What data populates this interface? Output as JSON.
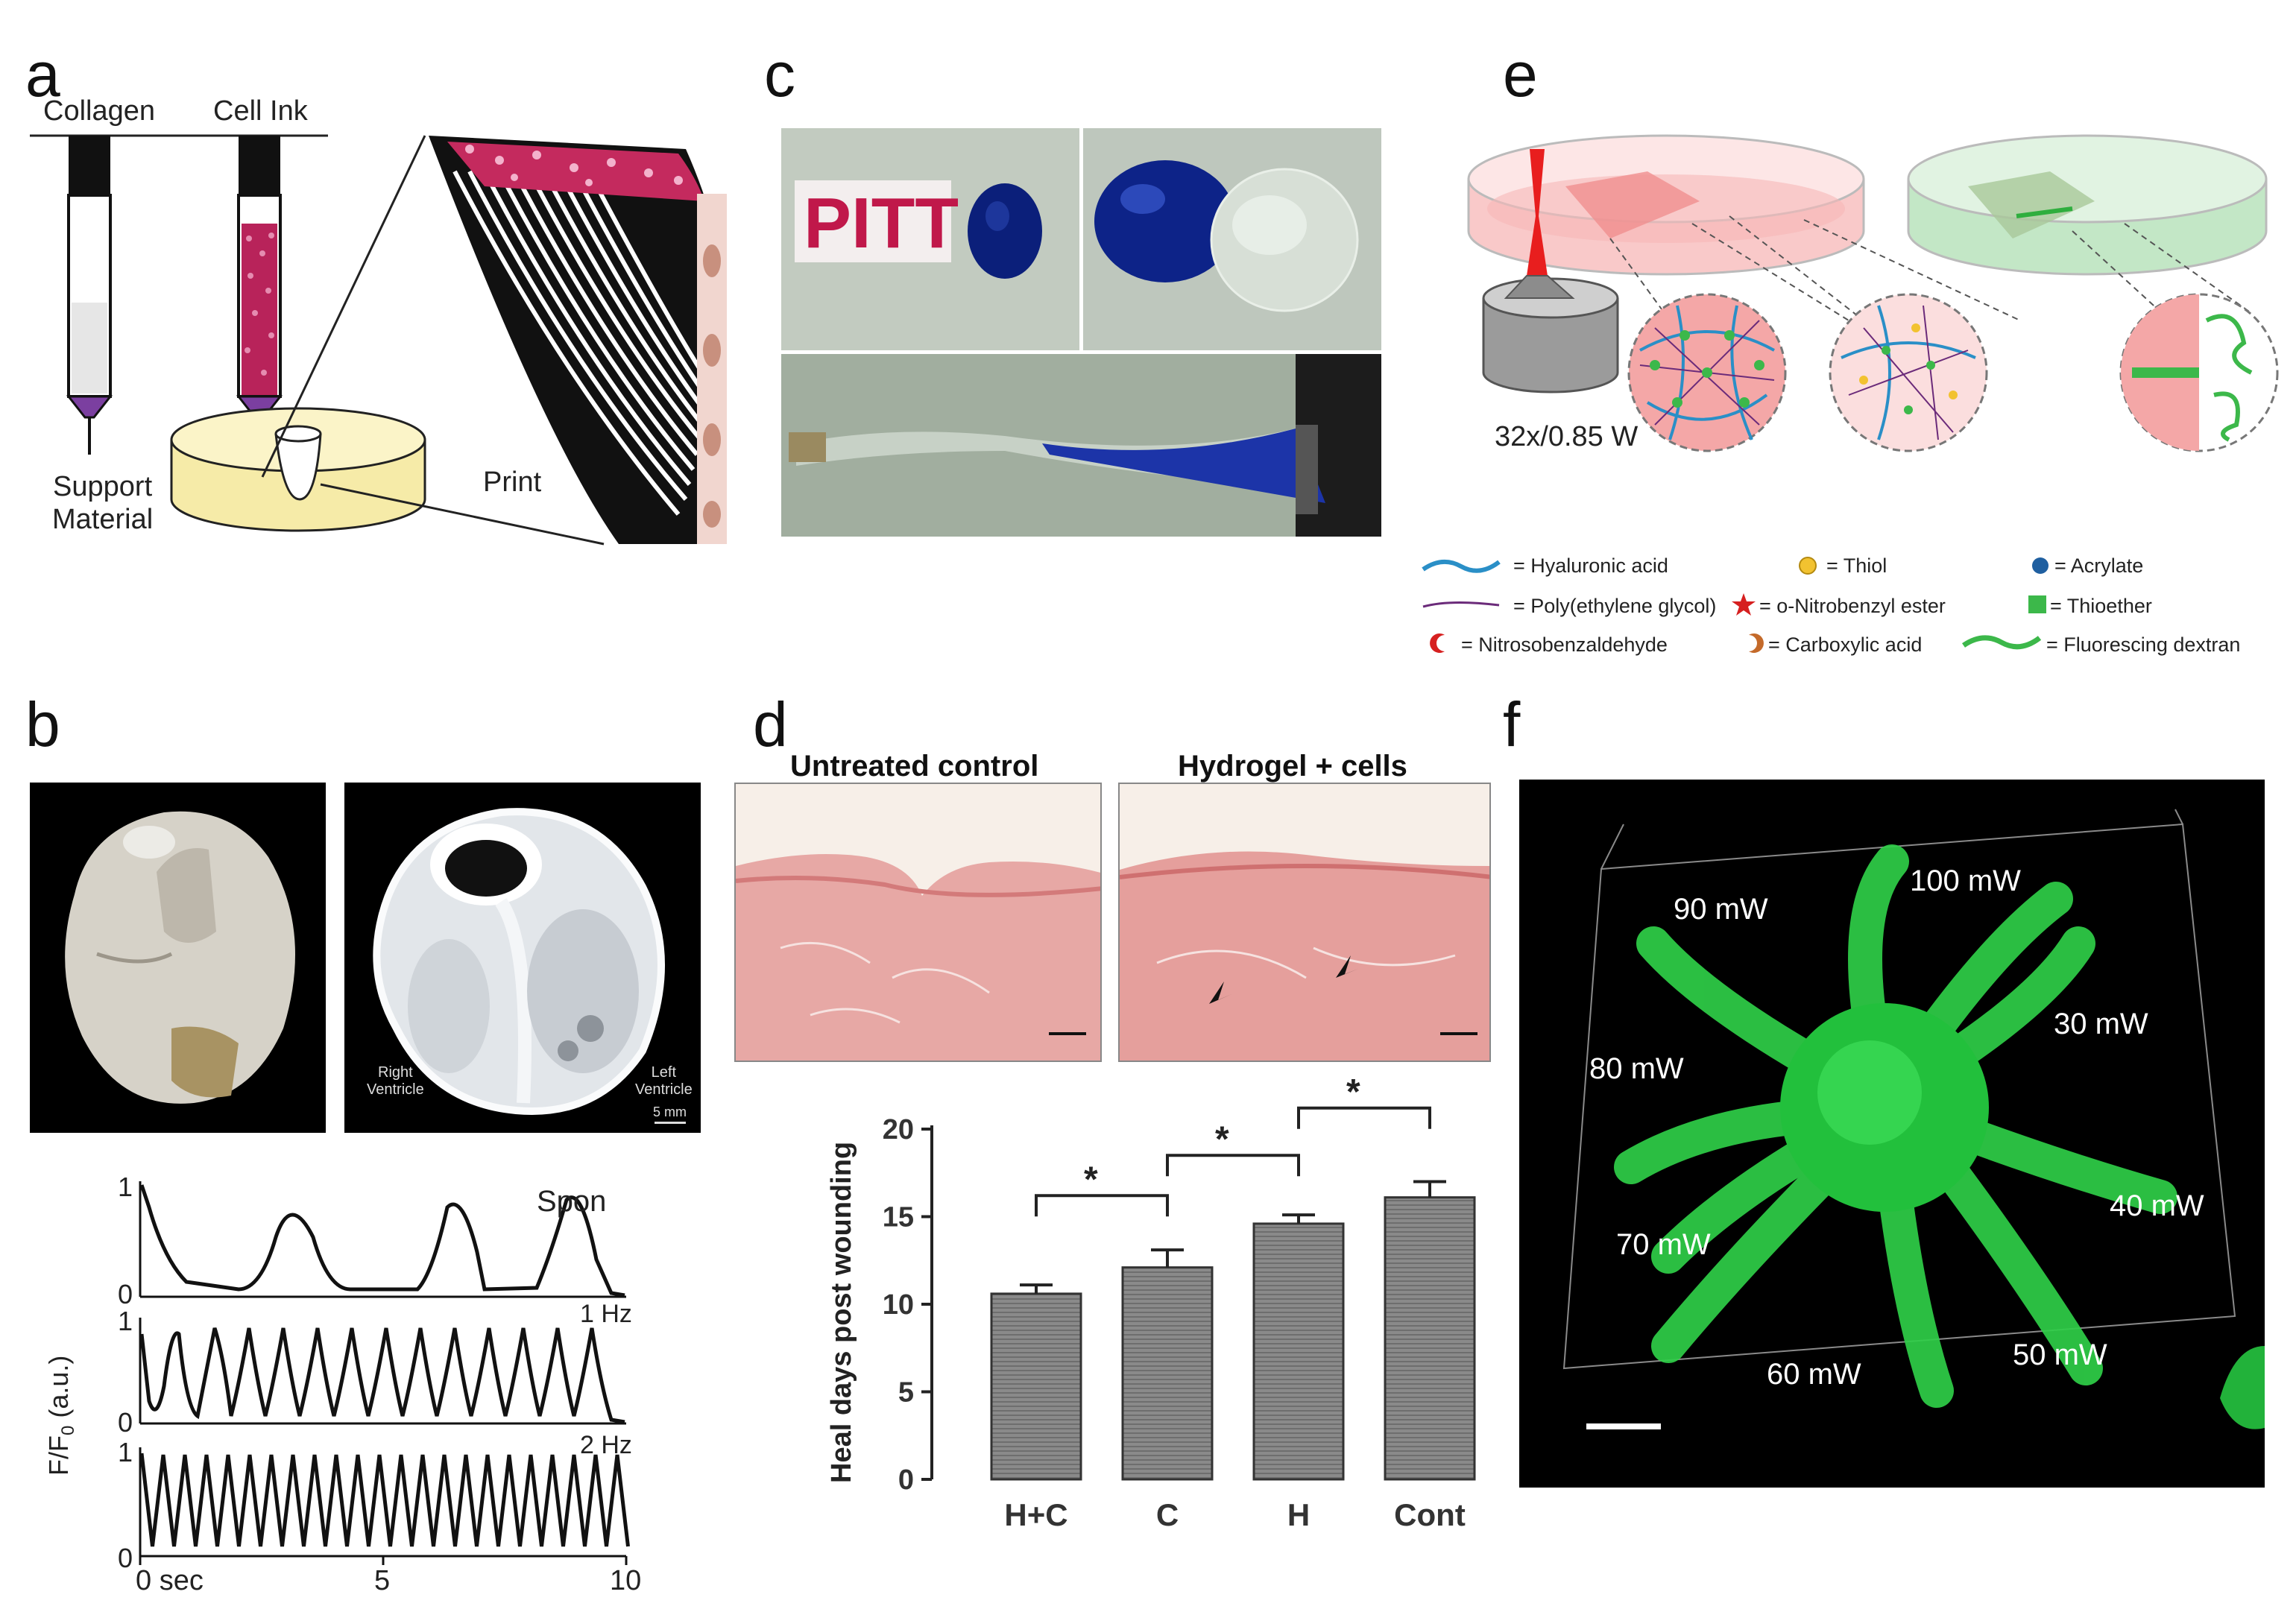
{
  "panels": {
    "a": {
      "letter": "a",
      "collagen_label": "Collagen",
      "cellink_label": "Cell Ink",
      "support_label": "Support\nMaterial",
      "print_label": "Print"
    },
    "b": {
      "letter": "b",
      "right_ventricle_label": "Right\nVentricle",
      "left_ventricle_label": "Left\nVentricle",
      "scale_label": "5 mm",
      "trace_labels": [
        "Spon",
        "1 Hz",
        "2 Hz"
      ],
      "ylabel": "F/F",
      "ylabel_sub": "0",
      "ylabel_unit": " (a.u.)",
      "xticks": [
        "0 sec",
        "5",
        "10"
      ],
      "yticks_top": "1",
      "yticks_zero": "0"
    },
    "c": {
      "letter": "c",
      "pitt_text": "PITT"
    },
    "d": {
      "letter": "d",
      "img1_title": "Untreated control",
      "img2_title": "Hydrogel + cells",
      "significance_marker": "*"
    },
    "e": {
      "letter": "e",
      "objective_label": "32x/0.85 W",
      "legend": [
        {
          "icon": "hyaluronic-acid-icon",
          "text": "= Hyaluronic acid"
        },
        {
          "icon": "thiol-icon",
          "text": "= Thiol"
        },
        {
          "icon": "acrylate-icon",
          "text": "= Acrylate"
        },
        {
          "icon": "peg-icon",
          "text": "= Poly(ethylene glycol)"
        },
        {
          "icon": "nitrobenzyl-icon",
          "text": "= o-Nitrobenzyl ester"
        },
        {
          "icon": "thioether-icon",
          "text": "= Thioether"
        },
        {
          "icon": "nitrosobenzaldehyde-icon",
          "text": "= Nitrosobenzaldehyde"
        },
        {
          "icon": "carboxylic-acid-icon",
          "text": "= Carboxylic acid"
        },
        {
          "icon": "fluorescing-dextran-icon",
          "text": "= Fluorescing dextran"
        }
      ],
      "colors": {
        "pink": "#f4b4b4",
        "green": "#9ed9a4",
        "hyaluronic": "#2a8fc7",
        "thiol": "#f2c230",
        "acrylate": "#1f5fa0",
        "thioether": "#3cb84a"
      }
    },
    "f": {
      "letter": "f",
      "power_labels": [
        "100 mW",
        "90 mW",
        "30 mW",
        "80 mW",
        "40 mW",
        "70 mW",
        "60 mW",
        "50 mW"
      ],
      "colors": {
        "green": "#2fcf48",
        "background": "#000000"
      }
    }
  },
  "chart_data": {
    "type": "bar",
    "categories": [
      "H+C",
      "C",
      "H",
      "Cont"
    ],
    "values": [
      10.6,
      12.1,
      14.6,
      16.1
    ],
    "errors": [
      0.5,
      1.0,
      0.5,
      0.9
    ],
    "ylabel": "Heal days post wounding",
    "xlabel": "",
    "ylim": [
      0,
      20
    ],
    "yticks": [
      0,
      5,
      10,
      15,
      20
    ],
    "significance_brackets": [
      [
        "H+C",
        "C"
      ],
      [
        "C",
        "H"
      ],
      [
        "H",
        "Cont"
      ]
    ]
  }
}
